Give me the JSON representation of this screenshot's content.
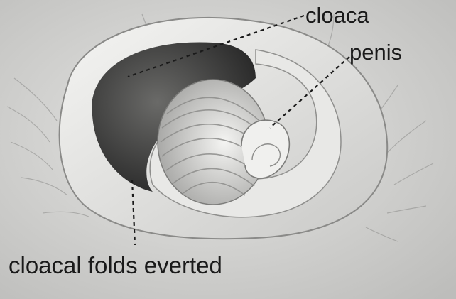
{
  "figure": {
    "labels": {
      "cloaca": "cloaca",
      "penis": "penis",
      "cloacal_folds": "cloacal folds everted"
    },
    "colors": {
      "background": "#d9d9d7",
      "ink": "#1a1a1a",
      "cavity": "#3a3a3a",
      "flesh_light": "#ededeb",
      "flesh_mid": "#bdbdbb"
    }
  }
}
